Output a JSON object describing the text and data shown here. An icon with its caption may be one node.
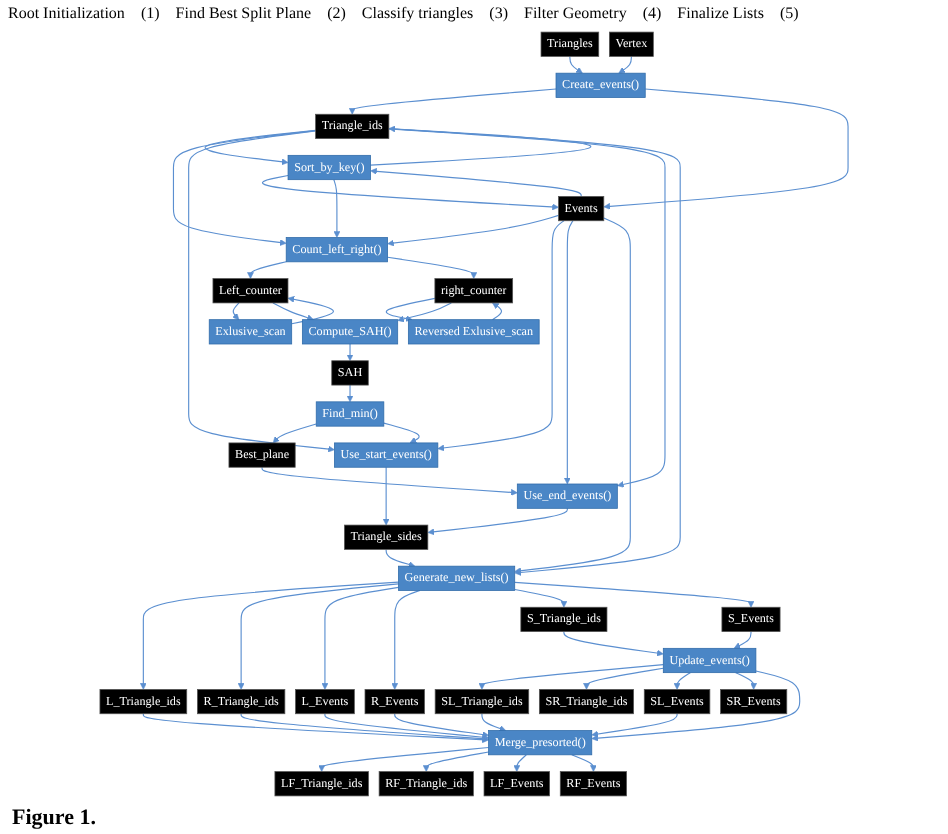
{
  "diagram": {
    "caption": "Figure 1.",
    "nodes": [
      {
        "text": [
          "Triangles"
        ]
      },
      {
        "text": [
          "Create_events()"
        ]
      },
      {
        "text": [
          "Vertex"
        ]
      },
      {
        "text": [
          "Triangle_ids"
        ]
      },
      {
        "text": [
          "Sort_by_key()"
        ]
      },
      {
        "text": [
          "Events"
        ]
      },
      {
        "text": [
          "Count_left_right()"
        ]
      },
      {
        "text": [
          "Exlusive_scan"
        ]
      },
      {
        "text": [
          "Left_counter"
        ]
      },
      {
        "text": [
          "right_counter"
        ]
      },
      {
        "text": [
          "Reversed Exlusive_scan"
        ]
      },
      {
        "text": [
          "SAH"
        ]
      },
      {
        "text": [
          "Compute_SAH()"
        ]
      },
      {
        "text": [
          "Find_min()"
        ]
      },
      {
        "text": [
          "Best_plane"
        ]
      },
      {
        "text": [
          "Use_start_events()"
        ]
      },
      {
        "text": [
          "Use_end_events()"
        ]
      },
      {
        "text": [
          "Triangle_sides"
        ]
      },
      {
        "text": [
          "Generate_new_lists()"
        ]
      },
      {
        "text": [
          "L_Triangle_ids"
        ]
      },
      {
        "text": [
          "R_Triangle_ids"
        ]
      },
      {
        "text": [
          "L_Events"
        ]
      },
      {
        "text": [
          "R_Events"
        ]
      },
      {
        "text": [
          "S_Triangle_ids"
        ]
      },
      {
        "text": [
          "S_Events"
        ]
      },
      {
        "text": [
          "Update_events()"
        ]
      },
      {
        "text": [
          "SL_Triangle_ids"
        ]
      },
      {
        "text": [
          "SR_Triangle_ids"
        ]
      },
      {
        "text": [
          "SL_Events"
        ]
      },
      {
        "text": [
          "SR_Events"
        ]
      },
      {
        "text": [
          "Merge_presorted()"
        ]
      },
      {
        "text": [
          "LF_Triangle_ids"
        ]
      },
      {
        "text": [
          "RF_Triangle_ids"
        ]
      },
      {
        "text": [
          "LF_Events"
        ]
      },
      {
        "text": [
          "RF_Events"
        ]
      }
    ],
    "edges": [
      {
        "from": 0,
        "to": 1,
        "arrow": "to"
      },
      {
        "from": 2,
        "to": 1,
        "arrow": "to"
      },
      {
        "from": 1,
        "to": 3,
        "arrow": "to"
      },
      {
        "from": 1,
        "to": 5,
        "arrow": "to"
      },
      {
        "from": 3,
        "to": 4,
        "arrow": "to"
      },
      {
        "from": 5,
        "to": 4,
        "arrow": "to"
      },
      {
        "from": 4,
        "to": 3,
        "arrow": "to"
      },
      {
        "from": 4,
        "to": 5,
        "arrow": "to"
      },
      {
        "from": 4,
        "to": 6,
        "arrow": "to"
      },
      {
        "from": 3,
        "to": 6,
        "arrow": "to"
      },
      {
        "from": 5,
        "to": 6,
        "arrow": "to"
      },
      {
        "from": 6,
        "to": 8,
        "arrow": "to"
      },
      {
        "from": 6,
        "to": 9,
        "arrow": "to"
      },
      {
        "from": 8,
        "to": 7,
        "arrow": "to"
      },
      {
        "from": 7,
        "to": 8,
        "arrow": "to"
      },
      {
        "from": 9,
        "to": 10,
        "arrow": "to"
      },
      {
        "from": 10,
        "to": 9,
        "arrow": "to"
      },
      {
        "from": 8,
        "to": 12,
        "arrow": "to"
      },
      {
        "from": 9,
        "to": 12,
        "arrow": "to"
      },
      {
        "from": 12,
        "to": 11,
        "arrow": "to"
      },
      {
        "from": 11,
        "to": 13,
        "arrow": "to"
      },
      {
        "from": 13,
        "to": 14,
        "arrow": "to"
      },
      {
        "from": 13,
        "to": 15,
        "arrow": "to"
      },
      {
        "from": 14,
        "to": 16,
        "arrow": "to"
      },
      {
        "from": 3,
        "to": 15,
        "arrow": "to"
      },
      {
        "from": 5,
        "to": 15,
        "arrow": "to"
      },
      {
        "from": 3,
        "to": 16,
        "arrow": "to"
      },
      {
        "from": 5,
        "to": 16,
        "arrow": "to"
      },
      {
        "from": 15,
        "to": 17,
        "arrow": "to"
      },
      {
        "from": 16,
        "to": 17,
        "arrow": "to"
      },
      {
        "from": 17,
        "to": 18,
        "arrow": "to"
      },
      {
        "from": 3,
        "to": 18,
        "arrow": "to"
      },
      {
        "from": 5,
        "to": 18,
        "arrow": "to"
      },
      {
        "from": 18,
        "to": 19,
        "arrow": "to"
      },
      {
        "from": 18,
        "to": 20,
        "arrow": "to"
      },
      {
        "from": 18,
        "to": 21,
        "arrow": "to"
      },
      {
        "from": 18,
        "to": 22,
        "arrow": "to"
      },
      {
        "from": 18,
        "to": 23,
        "arrow": "to"
      },
      {
        "from": 18,
        "to": 24,
        "arrow": "to"
      },
      {
        "from": 23,
        "to": 25,
        "arrow": "to"
      },
      {
        "from": 24,
        "to": 25,
        "arrow": "to"
      },
      {
        "from": 25,
        "to": 26,
        "arrow": "to"
      },
      {
        "from": 25,
        "to": 27,
        "arrow": "to"
      },
      {
        "from": 25,
        "to": 28,
        "arrow": "to"
      },
      {
        "from": 25,
        "to": 29,
        "arrow": "to"
      },
      {
        "from": 25,
        "to": 30,
        "arrow": "to"
      },
      {
        "from": 19,
        "to": 30,
        "arrow": "to"
      },
      {
        "from": 20,
        "to": 30,
        "arrow": "to"
      },
      {
        "from": 26,
        "to": 30,
        "arrow": "to"
      },
      {
        "from": 21,
        "to": 30,
        "arrow": "to"
      },
      {
        "from": 22,
        "to": 30,
        "arrow": "to"
      },
      {
        "from": 28,
        "to": 30,
        "arrow": "to"
      },
      {
        "from": 30,
        "to": 31,
        "arrow": "to"
      },
      {
        "from": 30,
        "to": 32,
        "arrow": "to"
      },
      {
        "from": 30,
        "to": 33,
        "arrow": "to"
      },
      {
        "from": 30,
        "to": 34,
        "arrow": "to"
      }
    ],
    "labels": [
      "Root Initialization",
      "(1)",
      "Find Best Split Plane",
      "(2)",
      "Classify triangles",
      "(3)",
      "Filter Geometry",
      "(4)",
      "Finalize Lists",
      "(5)"
    ]
  }
}
